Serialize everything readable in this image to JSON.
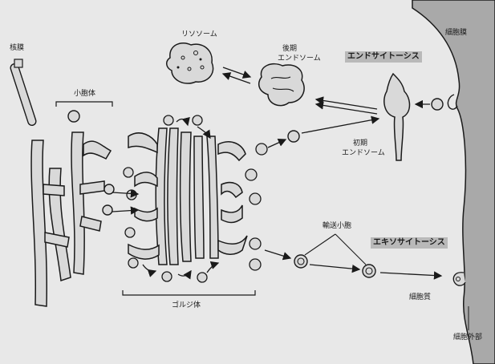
{
  "labels": {
    "lysosome": "リソソーム",
    "late_endosome_1": "後期",
    "late_endosome_2": "エンドソーム",
    "endocytosis": "エンドサイトーシス",
    "cell_membrane_top": "細胞膜",
    "mitochondria": "核膜",
    "er": "小胞体",
    "early_endosome_1": "初期",
    "early_endosome_2": "エンドソーム",
    "transport_vesicle": "輸送小胞",
    "exocytosis": "エキソサイトーシス",
    "cell_membrane_bottom": "細胞質",
    "golgi": "ゴルジ体",
    "extracellular": "細胞外部"
  },
  "colors": {
    "background": "#e8e8e8",
    "outside_cell": "#a9a9a9",
    "organelle_fill": "#d9d9d9",
    "outline": "#1a1a1a",
    "label_box": "#b9b9b9"
  }
}
